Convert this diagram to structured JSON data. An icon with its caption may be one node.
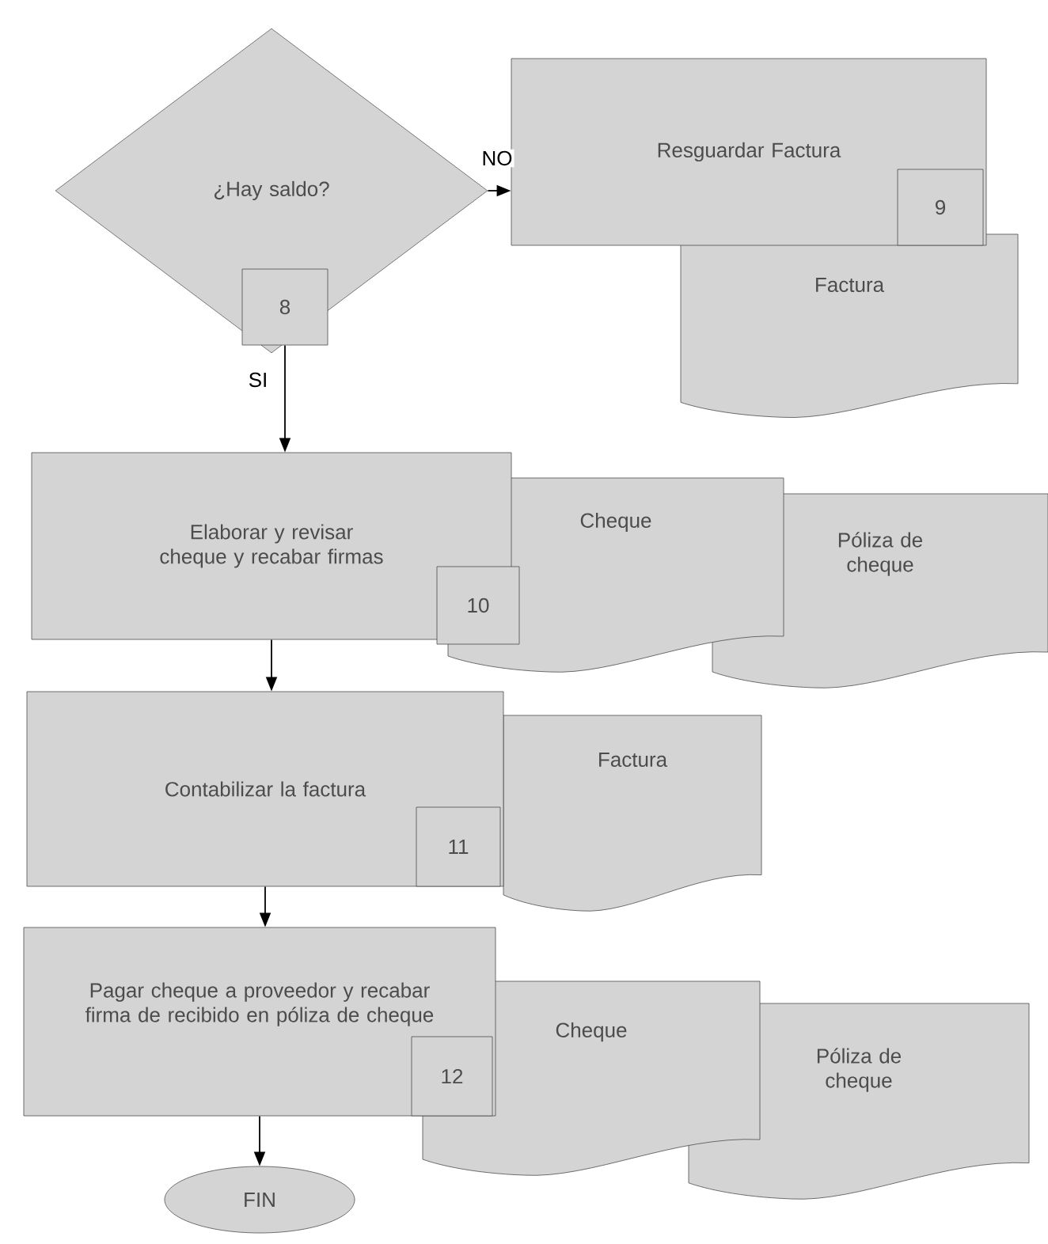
{
  "diagram": {
    "nodes": [
      {
        "text": [
          "¿Hay saldo?"
        ]
      },
      {
        "text": [
          "8"
        ],
        "in": 0
      },
      {
        "text": [
          "Resguardar Factura"
        ]
      },
      {
        "text": [
          "9"
        ],
        "in": 2
      },
      {
        "text": [
          "Factura"
        ]
      },
      {
        "text": [
          "Elaborar y revisar cheque y recabar firmas"
        ]
      },
      {
        "text": [
          "10"
        ]
      },
      {
        "text": [
          "Cheque"
        ]
      },
      {
        "text": [
          "Póliza de cheque"
        ]
      },
      {
        "text": [
          "Contabilizar la factura"
        ]
      },
      {
        "text": [
          "11"
        ],
        "in": 9
      },
      {
        "text": [
          "Factura"
        ]
      },
      {
        "text": [
          "Pagar cheque a proveedor y recabar firma de recibido en póliza de cheque"
        ]
      },
      {
        "text": [
          "12"
        ],
        "in": 12
      },
      {
        "text": [
          "Cheque"
        ]
      },
      {
        "text": [
          "Póliza de cheque"
        ]
      },
      {
        "text": [
          "FIN"
        ]
      }
    ],
    "edges": [
      {
        "from": 0,
        "to": 2,
        "arrow": "to",
        "label": "NO"
      },
      {
        "from": 1,
        "to": 5,
        "arrow": "to",
        "label": "SI"
      },
      {
        "from": 5,
        "to": 9,
        "arrow": "to"
      },
      {
        "from": 9,
        "to": 12,
        "arrow": "to"
      },
      {
        "from": 12,
        "to": 16,
        "arrow": "to"
      }
    ]
  }
}
